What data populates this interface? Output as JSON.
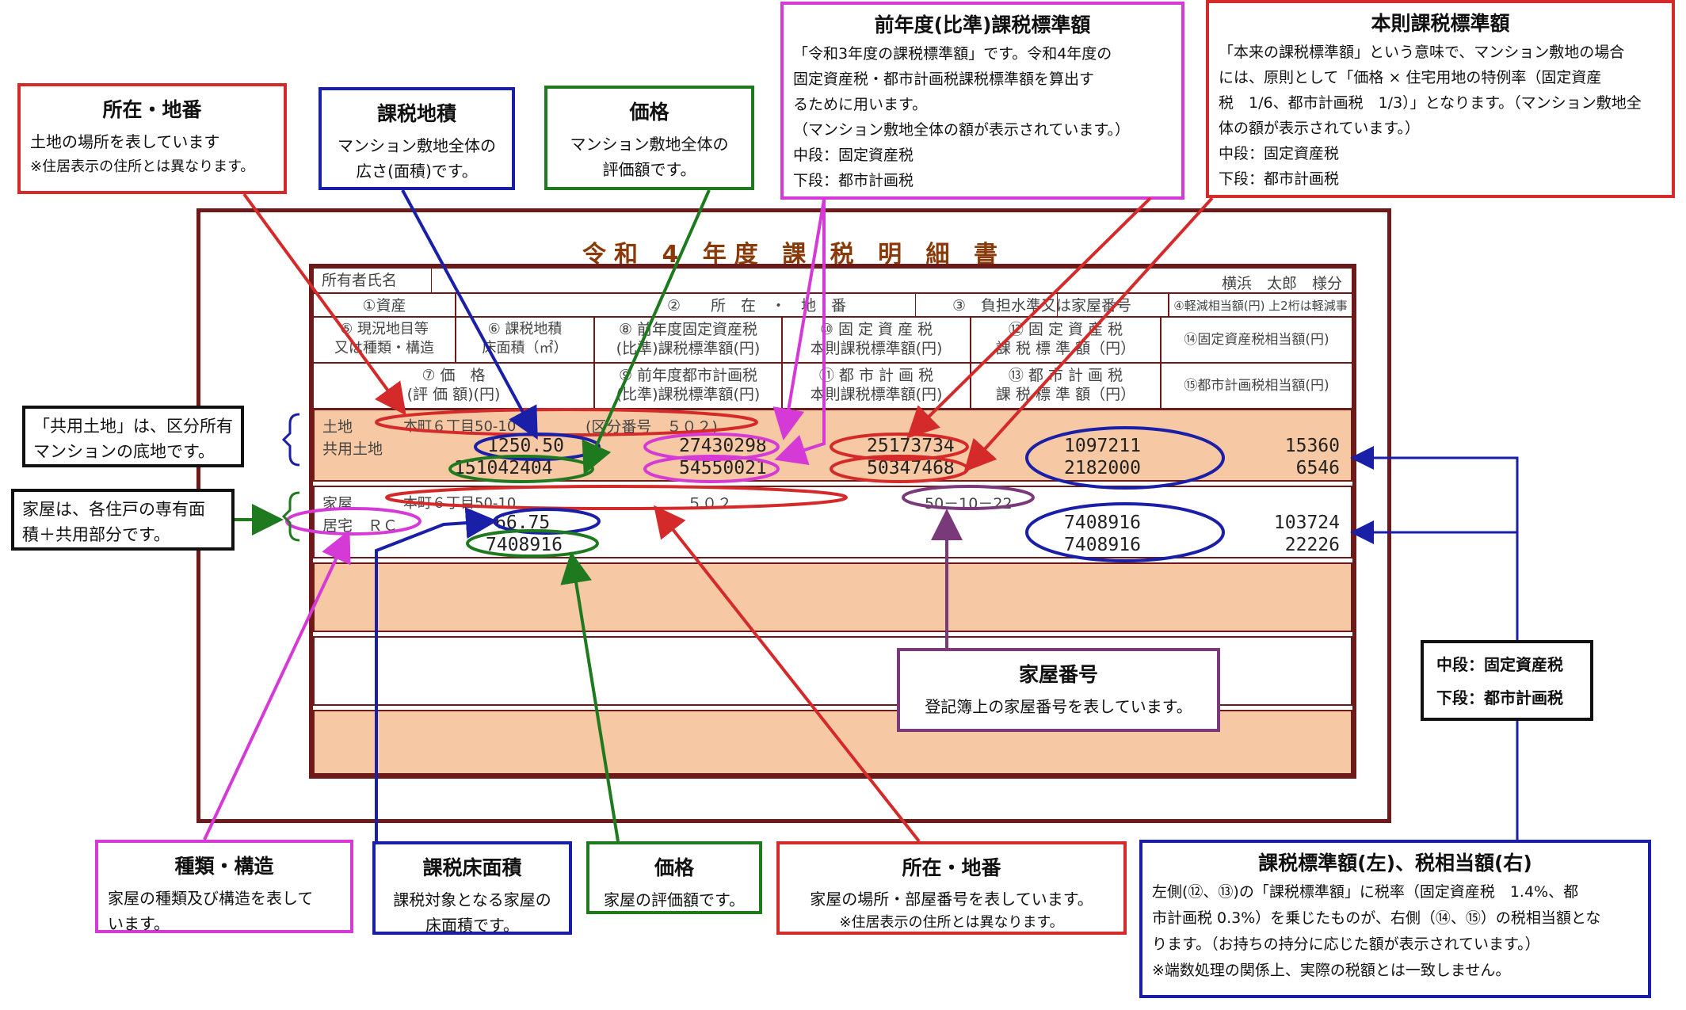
{
  "form": {
    "title": "令和 4 年度 課 税 明 細 書",
    "owner_label": "所有者氏名",
    "owner_name": "横浜　太郎　様分",
    "headers": {
      "asset": "①資産",
      "location": "②　　所　在　・　地　番",
      "burden": "③　負担水準又は家屋番号",
      "reduction": "④軽減相当額(円) 上2桁は軽減事由",
      "col5": "⑤ 現況地目等\n又は種類・構造",
      "col6": "⑥ 課税地積\n床面積（㎡）",
      "col8": "⑧ 前年度固定資産税\n(比準)課税標準額(円)",
      "col10": "⑩ 固 定 資 産 税\n本則課税標準額(円)",
      "col12": "⑫ 固 定 資 産 税\n課 税 標 準 額（円）",
      "col14": "⑭固定資産税相当額(円)",
      "col7": "⑦ 価　格\n(評 価 額)(円)",
      "col9": "⑨ 前年度都市計画税\n(比準)課税標準額(円)",
      "col11": "⑪ 都 市 計 画 税\n本則課税標準額(円)",
      "col13": "⑬ 都 市 計 画 税\n課 税 標 準 額（円）",
      "col15": "⑮都市計画税相当額(円)"
    },
    "land": {
      "asset": "土地",
      "address": "本町６丁目50-10",
      "unit": "(区分番号　５０２)",
      "kind": "共用土地",
      "area": "1250.50",
      "price": "151042404",
      "prev_fixed": "27430298",
      "prev_city": "54550021",
      "base_fixed": "25173734",
      "base_city": "50347468",
      "std_fixed": "1097211",
      "std_city": "2182000",
      "tax_fixed": "15360",
      "tax_city": "6546"
    },
    "house": {
      "asset": "家屋",
      "address": "本町６丁目50-10",
      "room": "５０２",
      "house_no": "50－10－22",
      "kind": "居宅　ＲＣ",
      "area": "66.75",
      "price": "7408916",
      "std_fixed": "7408916",
      "std_city": "7408916",
      "tax_fixed": "103724",
      "tax_city": "22226"
    }
  },
  "callouts": {
    "location_top": {
      "title": "所在・地番",
      "lines": [
        "土地の場所を表しています",
        "※住居表示の住所とは異なります。"
      ]
    },
    "tax_area": {
      "title": "課税地積",
      "lines": [
        "マンション敷地全体の",
        "広さ(面積)です。"
      ]
    },
    "price_top": {
      "title": "価格",
      "lines": [
        "マンション敷地全体の",
        "評価額です。"
      ]
    },
    "prev_year": {
      "title": "前年度(比準)課税標準額",
      "lines": [
        "「令和3年度の課税標準額」です。令和4年度の",
        "固定資産税・都市計画税課税標準額を算出す",
        "るために用います。",
        "（マンション敷地全体の額が表示されています。）",
        "中段：固定資産税",
        "下段：都市計画税"
      ]
    },
    "base_std": {
      "title": "本則課税標準額",
      "lines": [
        "「本来の課税標準額」という意味で、マンション敷地の場合",
        "には、原則として「価格 × 住宅用地の特例率（固定資産",
        "税　1/6、都市計画税　1/3）」となります。（マンション敷地全",
        "体の額が表示されています。）",
        "中段：固定資産税",
        "下段：都市計画税"
      ]
    },
    "shared_land": {
      "lines": [
        "「共用土地」は、区分所有",
        "マンションの底地です。"
      ]
    },
    "house_note": {
      "lines": [
        "家屋は、各住戸の専有面",
        "積＋共用部分です。"
      ]
    },
    "house_number": {
      "title": "家屋番号",
      "lines": [
        "登記簿上の家屋番号を表しています。"
      ]
    },
    "mid_low": {
      "lines": [
        "中段：固定資産税",
        "下段：都市計画税"
      ]
    },
    "kind_struct": {
      "title": "種類・構造",
      "lines": [
        "家屋の種類及び構造を表して",
        "います。"
      ]
    },
    "floor_area": {
      "title": "課税床面積",
      "lines": [
        "課税対象となる家屋の",
        "床面積です。"
      ]
    },
    "price_bottom": {
      "title": "価格",
      "lines": [
        "家屋の評価額です。"
      ]
    },
    "location_bottom": {
      "title": "所在・地番",
      "lines": [
        "家屋の場所・部屋番号を表しています。",
        "※住居表示の住所とは異なります。"
      ]
    },
    "std_tax": {
      "title": "課税標準額(左)、税相当額(右)",
      "lines": [
        "左側(⑫、⑬)の「課税標準額」に税率（固定資産税　1.4%、都",
        "市計画税 0.3%）を乗じたものが、右側（⑭、⑮）の税相当額とな",
        "ります。（お持ちの持分に応じた額が表示されています。）",
        "※端数処理の関係上、実際の税額とは一致しません。"
      ]
    }
  },
  "colors": {
    "red": "#d42a2a",
    "blue": "#1a1fa8",
    "green": "#1f7a1f",
    "magenta": "#d63ad6",
    "purple": "#7a3a7a",
    "peach": "#f6c8a3",
    "frame": "#6e1a1a"
  }
}
